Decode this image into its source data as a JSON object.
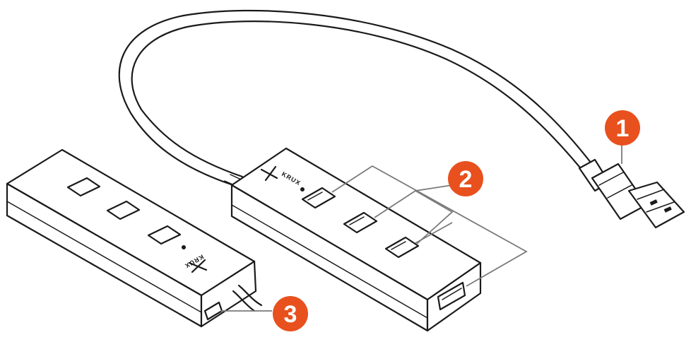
{
  "accent_color": "#e8501e",
  "brand_text": "KRUX",
  "callouts": [
    {
      "number": "1",
      "meaning": "usb-plug"
    },
    {
      "number": "2",
      "meaning": "usb-ports"
    },
    {
      "number": "3",
      "meaning": "hub-rear-port"
    }
  ]
}
